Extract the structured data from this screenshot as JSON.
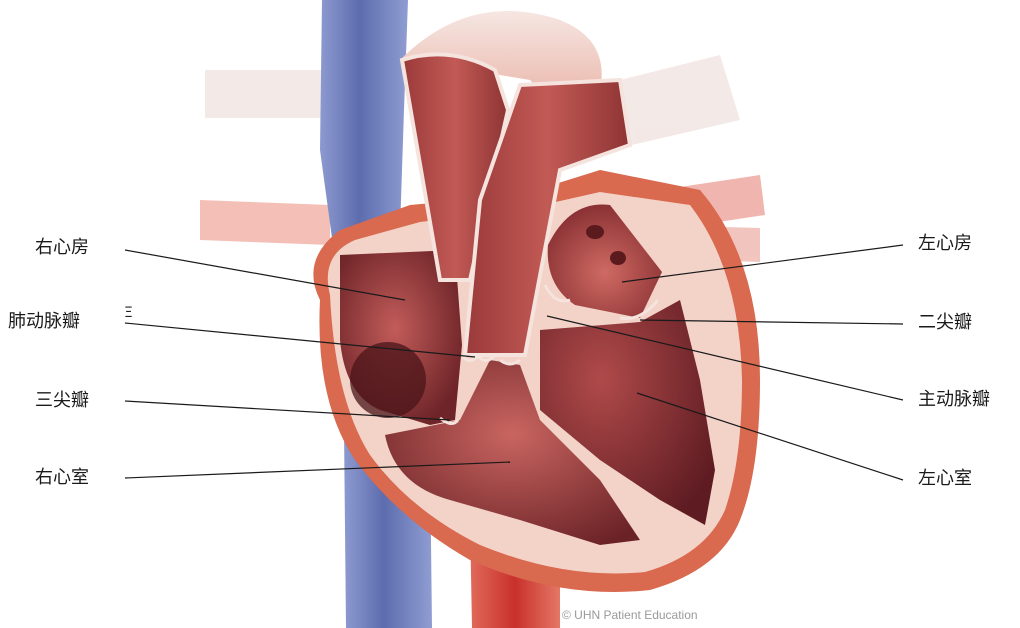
{
  "labels": {
    "right_atrium": "右心房",
    "pulmonary_valve": "肺动脉瓣",
    "tricuspid_valve": "三尖瓣",
    "right_ventricle": "右心室",
    "left_atrium": "左心房",
    "mitral_valve": "二尖瓣",
    "aortic_valve": "主动脉瓣",
    "left_ventricle": "左心室"
  },
  "marker": "Ξ",
  "credit": "© UHN Patient Education",
  "colors": {
    "vein_blue": "#6f7fb8",
    "artery_red": "#d8463a",
    "muscle_dark": "#7a2a2c",
    "tissue_pink": "#f3d2c8",
    "outer_wall": "#d9694f",
    "leader_line": "#1a1a1a"
  }
}
